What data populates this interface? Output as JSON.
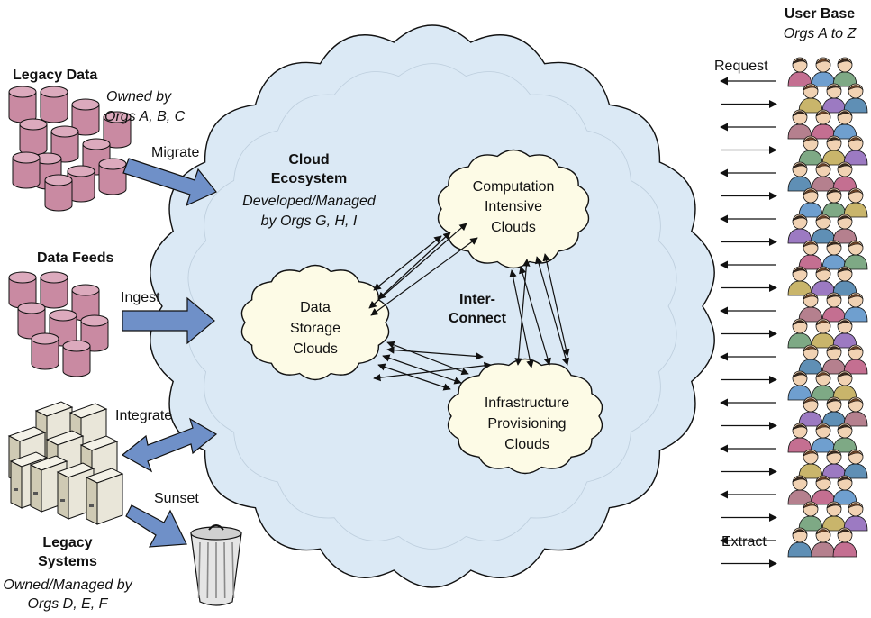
{
  "colors": {
    "cloud_fill": "#dbe9f5",
    "inner_cloud_fill": "#fdfbe6",
    "cylinder_fill": "#c98aa2",
    "arrow_fill": "#6f90c8",
    "server_fill": "#e9e6d9",
    "line": "#111111"
  },
  "legacy_data": {
    "title": "Legacy Data",
    "owner_line1": "Owned by",
    "owner_line2": "Orgs A, B, C",
    "icon": "database-cylinders-icon"
  },
  "data_feeds": {
    "title": "Data Feeds",
    "icon": "database-cylinders-icon"
  },
  "legacy_systems": {
    "title_line1": "Legacy",
    "title_line2": "Systems",
    "owner_line1": "Owned/Managed by",
    "owner_line2": "Orgs D, E, F",
    "icon": "server-rack-icon"
  },
  "actions": {
    "migrate": "Migrate",
    "ingest": "Ingest",
    "integrate": "Integrate",
    "sunset": "Sunset"
  },
  "trash_icon": "trash-can-icon",
  "ecosystem": {
    "title_line1": "Cloud",
    "title_line2": "Ecosystem",
    "owner_line1": "Developed/Managed",
    "owner_line2": "by Orgs G, H, I"
  },
  "interconnect": {
    "line1": "Inter-",
    "line2": "Connect"
  },
  "clouds": {
    "computation": {
      "line1": "Computation",
      "line2": "Intensive",
      "line3": "Clouds"
    },
    "storage": {
      "line1": "Data",
      "line2": "Storage",
      "line3": "Clouds"
    },
    "infrastructure": {
      "line1": "Infrastructure",
      "line2": "Provisioning",
      "line3": "Clouds"
    }
  },
  "user_base": {
    "title": "User Base",
    "subtitle": "Orgs A to Z",
    "request": "Request",
    "extract": "Extract",
    "icon": "people-crowd-icon"
  }
}
